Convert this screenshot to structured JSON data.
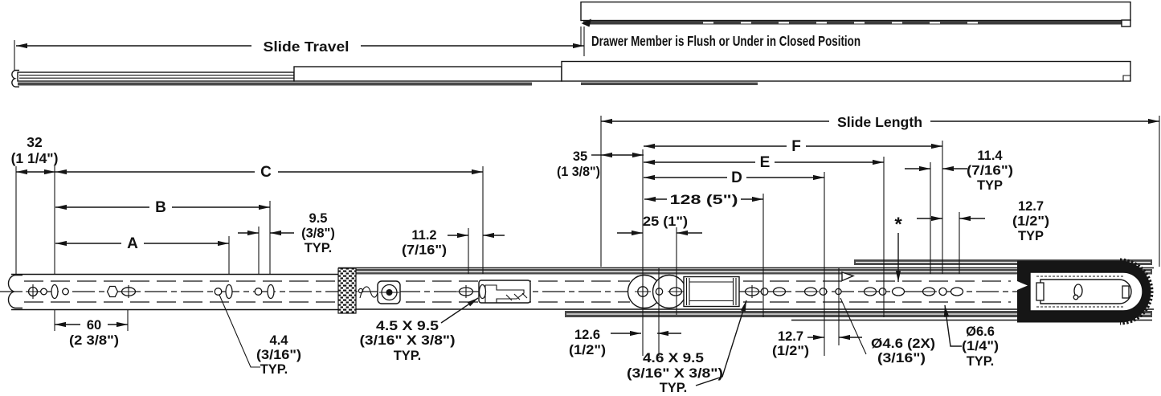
{
  "drawing": {
    "top": {
      "slide_travel_label": "Slide Travel",
      "closed_position_note": "Drawer Member is Flush or Under in Closed Position"
    },
    "slide_length_label": "Slide Length",
    "reference_letters": {
      "a": "A",
      "b": "B",
      "c": "C",
      "d": "D",
      "e": "E",
      "f": "F"
    },
    "footnote_marker": "*",
    "dims": {
      "d32_mm": "32",
      "d32_in": "(1 1/4\")",
      "d95_mm": "9.5",
      "d95_in": "(3/8\")",
      "d95_typ": "TYP.",
      "d112_mm": "11.2",
      "d112_in": "(7/16\")",
      "d35_mm": "35",
      "d35_in": "(1 3/8\")",
      "d128": "128 (5\")",
      "d25": "25 (1\")",
      "d114_mm": "11.4",
      "d114_in": "(7/16\")",
      "d114_typ": "TYP",
      "d127t_mm": "12.7",
      "d127t_in": "(1/2\")",
      "d127t_typ": "TYP",
      "d60_mm": "60",
      "d60_in": "(2 3/8\")",
      "d44_mm": "4.4",
      "d44_in": "(3/16\")",
      "d44_typ": "TYP.",
      "d4595_mm": "4.5 X 9.5",
      "d4595_in": "(3/16\" X 3/8\")",
      "d4595_typ": "TYP.",
      "d126_mm": "12.6",
      "d126_in": "(1/2\")",
      "d4695_mm": "4.6 X 9.5",
      "d4695_in": "(3/16\" X 3/8\")",
      "d4695_typ": "TYP.",
      "d127b_mm": "12.7",
      "d127b_in": "(1/2\")",
      "dia46_mm": "Ø4.6 (2X)",
      "dia46_in": "(3/16\")",
      "dia66_mm": "Ø6.6",
      "dia66_in": "(1/4\")",
      "dia66_typ": "TYP."
    }
  }
}
